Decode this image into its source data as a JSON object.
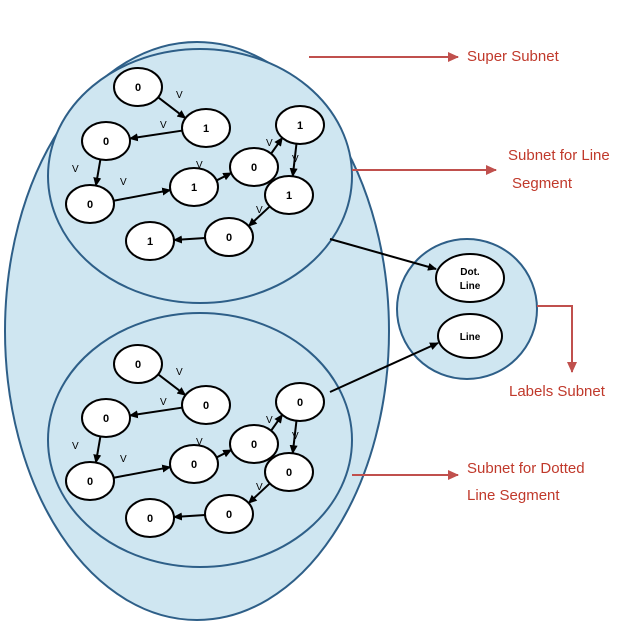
{
  "colors": {
    "region_fill": "#cfe6f1",
    "region_stroke": "#2e5f88",
    "callout": "#c0504d",
    "node_fill": "#ffffff",
    "node_stroke": "#000000"
  },
  "callouts": {
    "super_subnet": "Super Subnet",
    "line_subnet_1": "Subnet for Line",
    "line_subnet_2": "Segment",
    "labels_subnet": "Labels Subnet",
    "dotted_subnet_1": "Subnet for Dotted",
    "dotted_subnet_2": "Line Segment"
  },
  "labels": {
    "dot_line_1": "Dot.",
    "dot_line_2": "Line",
    "line": "Line"
  },
  "edge_mark": "V",
  "line_subnet_nodes": [
    "0",
    "1",
    "0",
    "1",
    "0",
    "1",
    "0",
    "1",
    "0",
    "1"
  ],
  "dotted_subnet_nodes": [
    "0",
    "0",
    "0",
    "0",
    "0",
    "0",
    "0",
    "0",
    "0",
    "0"
  ]
}
